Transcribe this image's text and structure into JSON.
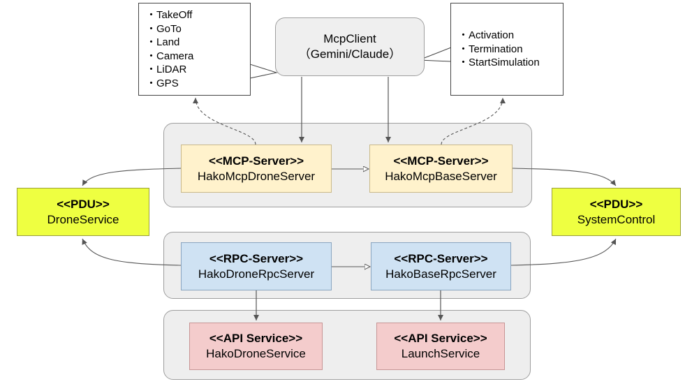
{
  "client": {
    "name": "McpClient",
    "detail": "（Gemini/Claude）"
  },
  "drone_tools": [
    "TakeOff",
    "GoTo",
    "Land",
    "Camera",
    "LiDAR",
    "GPS"
  ],
  "base_tools": [
    "Activation",
    "Termination",
    "StartSimulation"
  ],
  "mcp_drone": {
    "stereotype": "<<MCP-Server>>",
    "name": "HakoMcpDroneServer"
  },
  "mcp_base": {
    "stereotype": "<<MCP-Server>>",
    "name": "HakoMcpBaseServer"
  },
  "pdu_left": {
    "stereotype": "<<PDU>>",
    "name": "DroneService"
  },
  "pdu_right": {
    "stereotype": "<<PDU>>",
    "name": "SystemControl"
  },
  "rpc_drone": {
    "stereotype": "<<RPC-Server>>",
    "name": "HakoDroneRpcServer"
  },
  "rpc_base": {
    "stereotype": "<<RPC-Server>>",
    "name": "HakoBaseRpcServer"
  },
  "api_drone": {
    "stereotype": "<<API Service>>",
    "name": "HakoDroneService"
  },
  "api_launch": {
    "stereotype": "<<API Service>>",
    "name": "LaunchService"
  },
  "colors": {
    "mcp_fill": "#fff2cc",
    "rpc_fill": "#cfe2f3",
    "api_fill": "#f4cccc",
    "pdu_fill": "#eeff41",
    "group_fill": "#eeeeee",
    "line": "#555555"
  }
}
